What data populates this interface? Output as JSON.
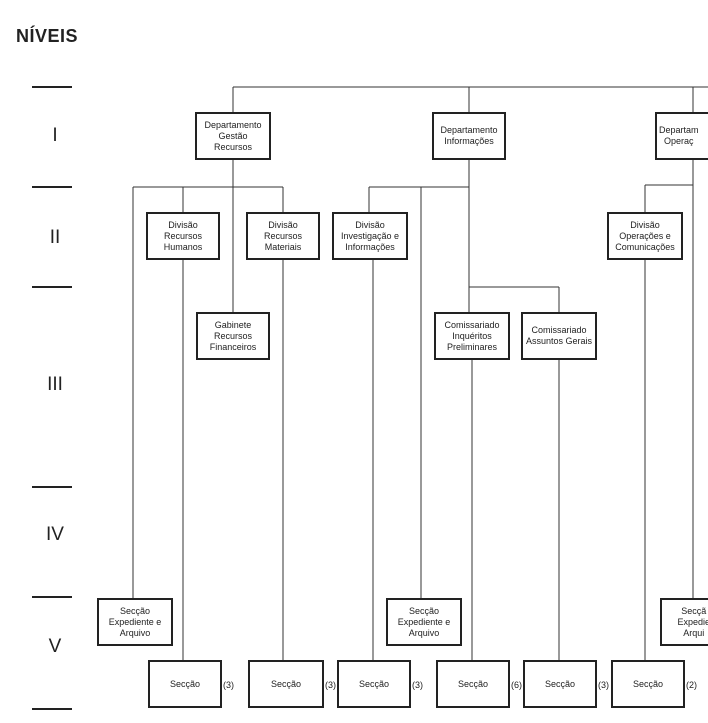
{
  "header": {
    "title": "NÍVEIS"
  },
  "levels": [
    "I",
    "II",
    "III",
    "IV",
    "V"
  ],
  "units": {
    "dep_gestao": "Departamento\nGestão\nRecursos",
    "dep_info": "Departamento\nInformações",
    "dep_oper": "Departam\nOperaç",
    "div_rh": "Divisão\nRecursos\nHumanos",
    "div_rm": "Divisão\nRecursos\nMateriais",
    "div_inv": "Divisão\nInvestigação e\nInformações",
    "div_oper": "Divisão\nOperações e\nComunicações",
    "gab_rf": "Gabinete\nRecursos\nFinanceiros",
    "com_inq": "Comissariado\nInquéritos\nPreliminares",
    "com_ag": "Comissariado\nAssuntos Gerais",
    "sec_exp_1": "Secção\nExpediente e\nArquivo",
    "sec_exp_2": "Secção\nExpediente e\nArquivo",
    "sec_exp_3": "Secçã\nExpedie\nArqui",
    "sec_1": "Secção",
    "sec_2": "Secção",
    "sec_3": "Secção",
    "sec_4": "Secção",
    "sec_5": "Secção",
    "sec_6": "Secção"
  },
  "section_counts": {
    "sec_1": "(3)",
    "sec_2": "(3)",
    "sec_3": "(3)",
    "sec_4": "(6)",
    "sec_5": "(3)",
    "sec_6": "(2)"
  }
}
